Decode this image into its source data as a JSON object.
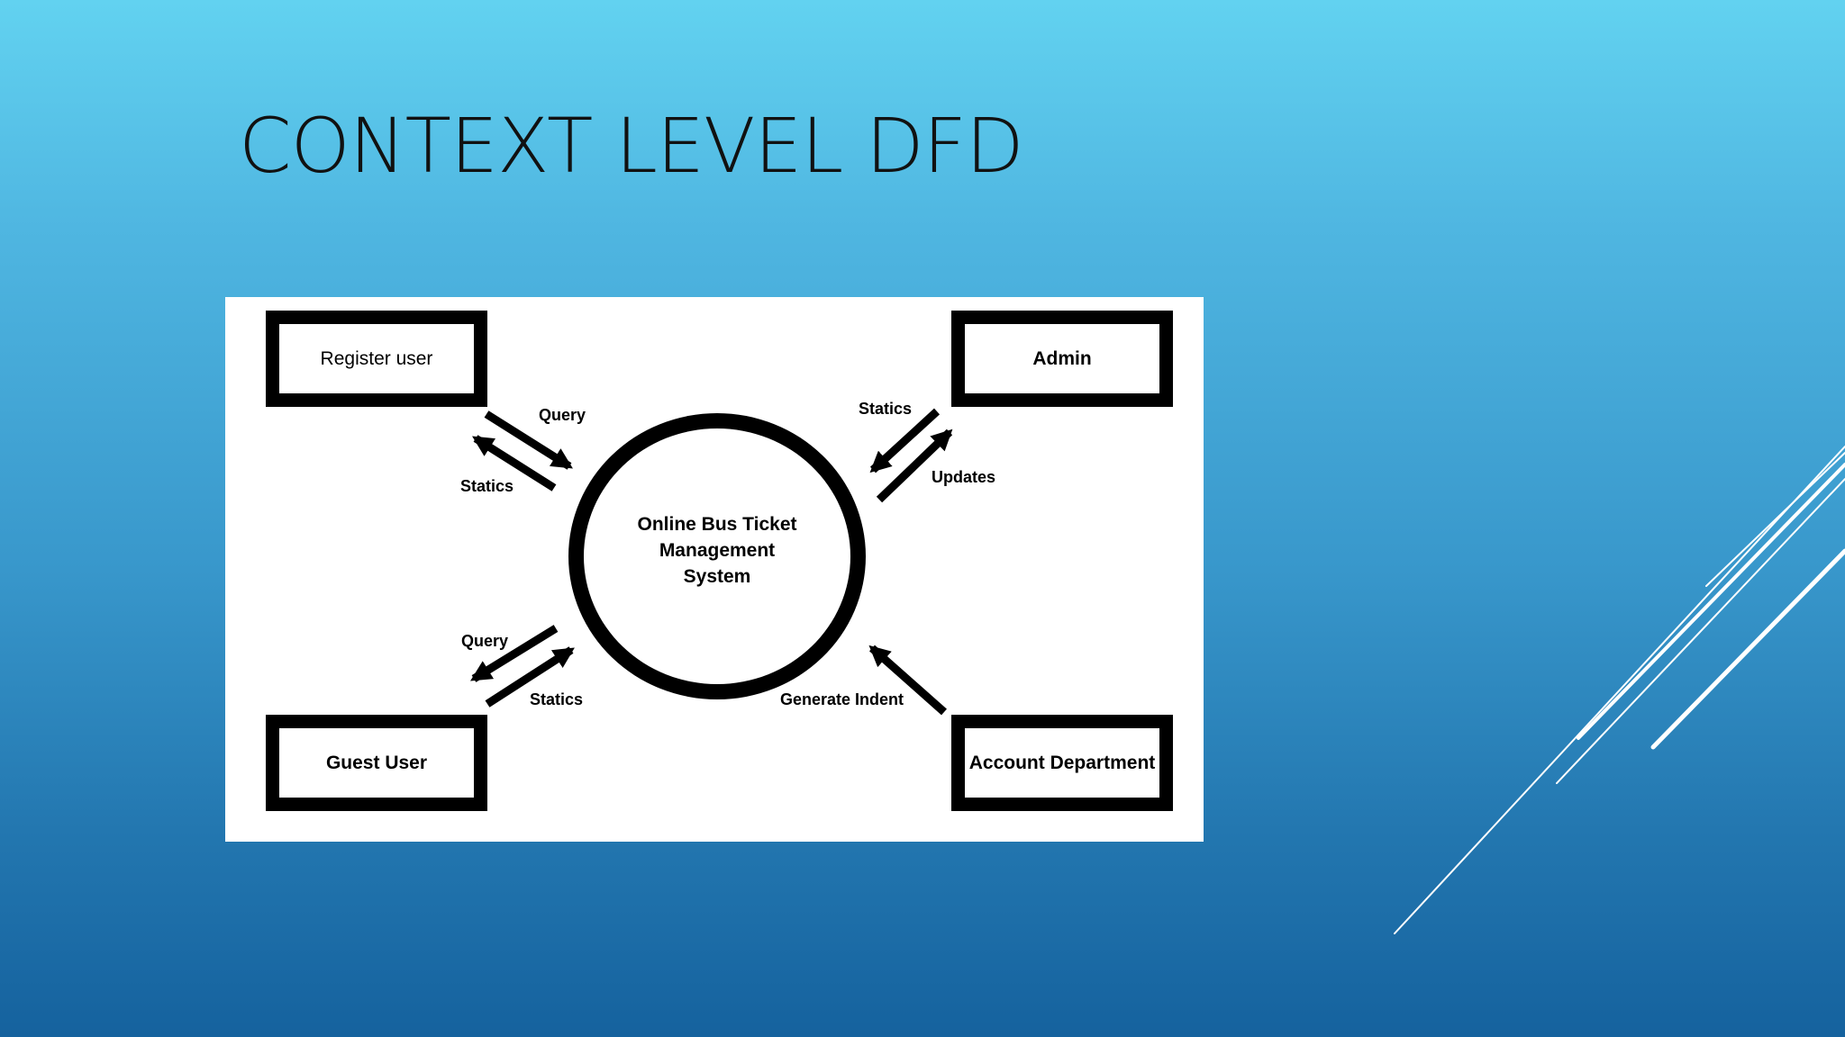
{
  "slide": {
    "title": "CONTEXT LEVEL DFD"
  },
  "diagram": {
    "process": {
      "label": "Online Bus Ticket Management System"
    },
    "entities": {
      "register_user": "Register user",
      "admin": "Admin",
      "guest_user": "Guest User",
      "account_department": "Account Department"
    },
    "flows": {
      "register_query": "Query",
      "register_statics": "Statics",
      "admin_statics": "Statics",
      "admin_updates": "Updates",
      "guest_query": "Query",
      "guest_statics": "Statics",
      "account_generate_indent": "Generate Indent"
    }
  },
  "colors": {
    "line": "#000000",
    "figure_bg": "#ffffff",
    "deco_line": "#ffffff"
  }
}
